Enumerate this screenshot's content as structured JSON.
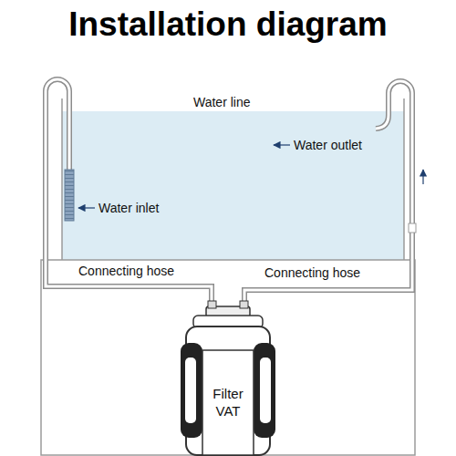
{
  "diagram": {
    "title": "Installation diagram",
    "nodes": [
      {
        "text": [
          "Filter VAT"
        ]
      }
    ],
    "labels": [
      "Water line",
      "Water outlet",
      "Water inlet",
      "Connecting hose",
      "Connecting hose"
    ]
  }
}
